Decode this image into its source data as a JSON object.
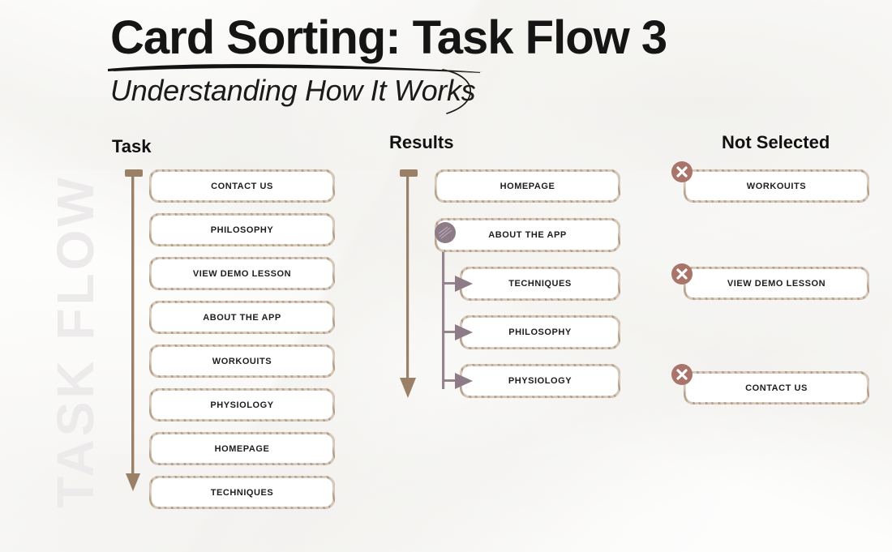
{
  "header": {
    "title": "Card Sorting: Task Flow 3",
    "subtitle": "Understanding How It Works"
  },
  "watermark": {
    "text": "TASK FLOW"
  },
  "colors": {
    "card_border": "#a4886a",
    "arrow": "#9a8066",
    "connector": "#8d7b88",
    "badge": "#a9746a",
    "title_text": "#151515",
    "watermark_text": "#eceaea",
    "background": "#fdfdfc"
  },
  "columns": [
    {
      "id": "task",
      "title": "Task",
      "arrow": {
        "icon": "down-arrow-icon",
        "direction": "down"
      },
      "cards": [
        {
          "label": "CONTACT US"
        },
        {
          "label": "PHILOSOPHY"
        },
        {
          "label": "VIEW DEMO LESSON"
        },
        {
          "label": "ABOUT THE APP"
        },
        {
          "label": "WORKOUITS"
        },
        {
          "label": "PHYSIOLOGY"
        },
        {
          "label": "HOMEPAGE"
        },
        {
          "label": "TECHNIQUES"
        }
      ]
    },
    {
      "id": "results",
      "title": "Results",
      "arrow": {
        "icon": "down-arrow-icon",
        "direction": "down"
      },
      "cards": [
        {
          "label": "HOMEPAGE",
          "level": 0,
          "node": false
        },
        {
          "label": "ABOUT THE APP",
          "level": 0,
          "node": true,
          "node_icon": "branch-node-icon"
        },
        {
          "label": "TECHNIQUES",
          "level": 1,
          "node": false,
          "arrow_icon": "branch-arrow-icon"
        },
        {
          "label": "PHILOSOPHY",
          "level": 1,
          "node": false,
          "arrow_icon": "branch-arrow-icon"
        },
        {
          "label": "PHYSIOLOGY",
          "level": 1,
          "node": false,
          "arrow_icon": "branch-arrow-icon"
        }
      ]
    },
    {
      "id": "not_selected",
      "title": "Not Selected",
      "cards": [
        {
          "label": "WORKOUITS",
          "badge_icon": "close-circle-icon"
        },
        {
          "label": "VIEW DEMO LESSON",
          "badge_icon": "close-circle-icon"
        },
        {
          "label": "CONTACT US",
          "badge_icon": "close-circle-icon"
        }
      ]
    }
  ]
}
